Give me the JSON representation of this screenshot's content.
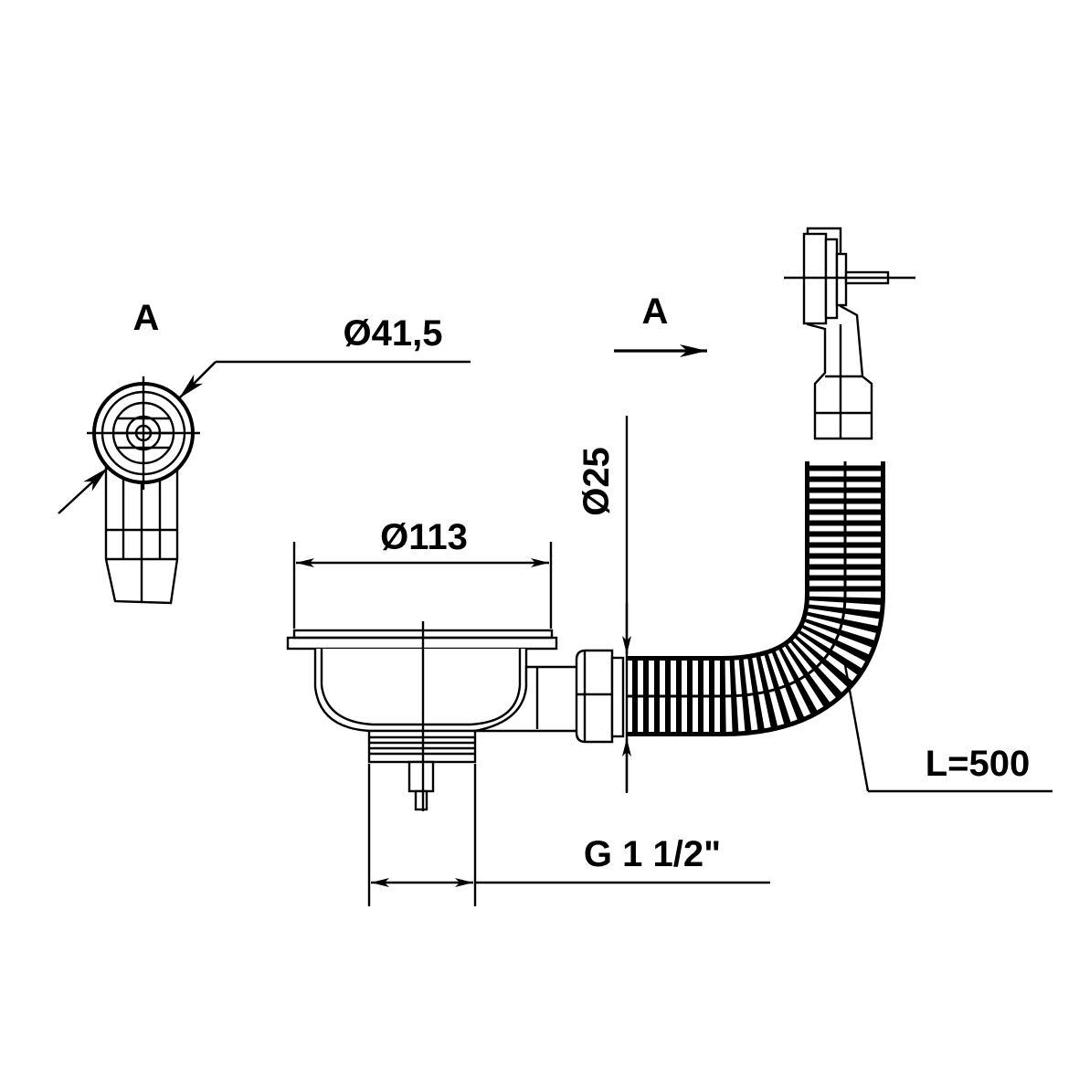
{
  "labels": {
    "view_a_left": "A",
    "view_a_arrow": "A",
    "d_overflow": "Ø41,5",
    "d_basket": "Ø113",
    "d_hose": "Ø25",
    "thread": "G 1 1/2\"",
    "length": "L=500"
  },
  "colors": {
    "line": "#000000",
    "background": "#ffffff"
  }
}
